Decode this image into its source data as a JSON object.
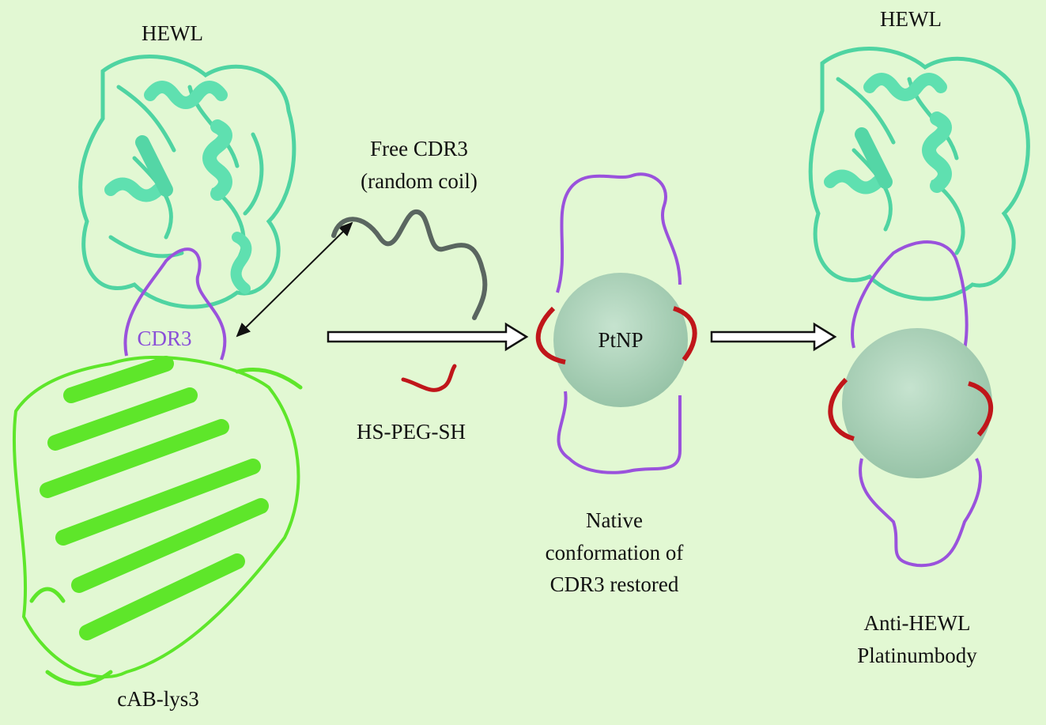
{
  "left_panel": {
    "hewl_label": "HEWL",
    "cdr3_label": "CDR3",
    "antibody_label": "cAB-lys3"
  },
  "middle": {
    "free_cdr3_line1": "Free CDR3",
    "free_cdr3_line2": "(random coil)",
    "linker_label": "HS-PEG-SH"
  },
  "nanoparticle": {
    "label": "PtNP",
    "caption_line1": "Native",
    "caption_line2": "conformation of",
    "caption_line3": "CDR3 restored"
  },
  "right_panel": {
    "hewl_label": "HEWL",
    "caption_line1": "Anti-HEWL",
    "caption_line2": "Platinumbody"
  },
  "colors": {
    "background": "#e2f8d3",
    "hewl": "#5fe0b0",
    "antibody": "#5ee62a",
    "cdr3": "#9a52dc",
    "peg": "#c0161a",
    "coil": "#5a6660",
    "sphere": "#a9cfb8"
  }
}
